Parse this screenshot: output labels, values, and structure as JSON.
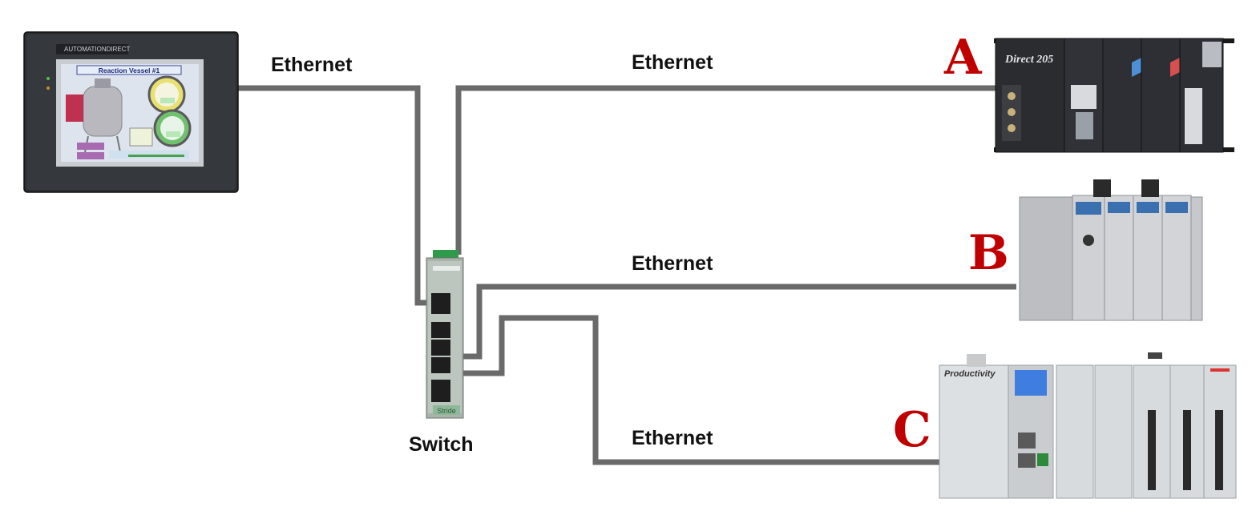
{
  "connections": [
    {
      "id": "hmi-to-switch",
      "label": "Ethernet"
    },
    {
      "id": "switch-to-a",
      "label": "Ethernet"
    },
    {
      "id": "switch-to-b",
      "label": "Ethernet"
    },
    {
      "id": "switch-to-c",
      "label": "Ethernet"
    }
  ],
  "switch": {
    "label": "Switch",
    "brand": "Stride"
  },
  "hmi": {
    "brand": "AUTOMATIONDIRECT",
    "screen_title": "Reaction Vessel #1"
  },
  "controllers": [
    {
      "id": "a",
      "letter": "A",
      "model_text": "Direct 205"
    },
    {
      "id": "b",
      "letter": "B"
    },
    {
      "id": "c",
      "letter": "C",
      "model_text": "Productivity"
    }
  ],
  "colors": {
    "cable": "#6a6a6a",
    "letter": "#c00000",
    "label": "#111111"
  }
}
